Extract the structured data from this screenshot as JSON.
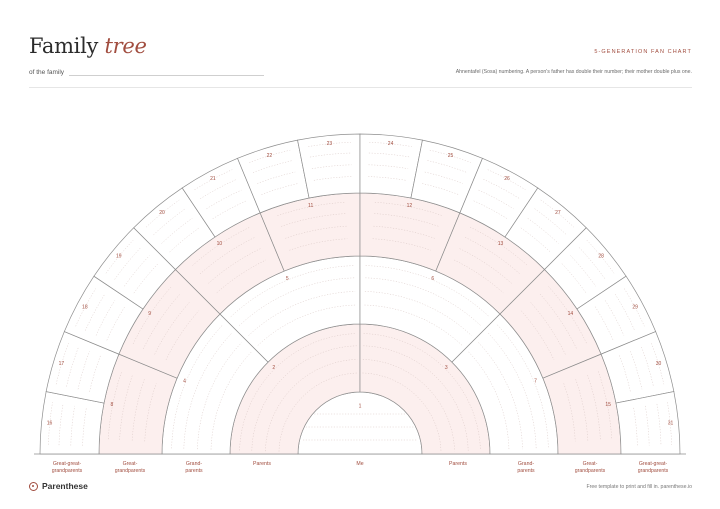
{
  "header": {
    "title_main": "Family",
    "title_accent": "tree",
    "family_label": "of the family",
    "chart_kind": "5-GENERATION FAN CHART",
    "numbering_note": "Ahnentafel (Sosa) numbering. A person's father has double their number; their mother double plus one."
  },
  "colors": {
    "accent": "#a14d3f",
    "band_fill": "#fcefee",
    "line": "#8d8d8d",
    "guide": "#d9c7c4"
  },
  "generations": [
    {
      "label": "Me",
      "slots": 1,
      "shaded": false
    },
    {
      "label": "Parents",
      "slots": 2,
      "shaded": true
    },
    {
      "label": "Grand-parents",
      "slots": 4,
      "shaded": false
    },
    {
      "label": "Great-grandparents",
      "slots": 8,
      "shaded": true
    },
    {
      "label": "Great-great-grandparents",
      "slots": 16,
      "shaded": false
    }
  ],
  "generation_labels": {
    "left": [
      "Great-great-\ngrandparents",
      "Great-\ngrandparents",
      "Grand-\nparents",
      "Parents"
    ],
    "center": "Me",
    "right": [
      "Parents",
      "Grand-\nparents",
      "Great-\ngrandparents",
      "Great-great-\ngrandparents"
    ]
  },
  "footer": {
    "brand": "Parenthese",
    "note": "Free template to print and fill in. parenthese.io"
  }
}
